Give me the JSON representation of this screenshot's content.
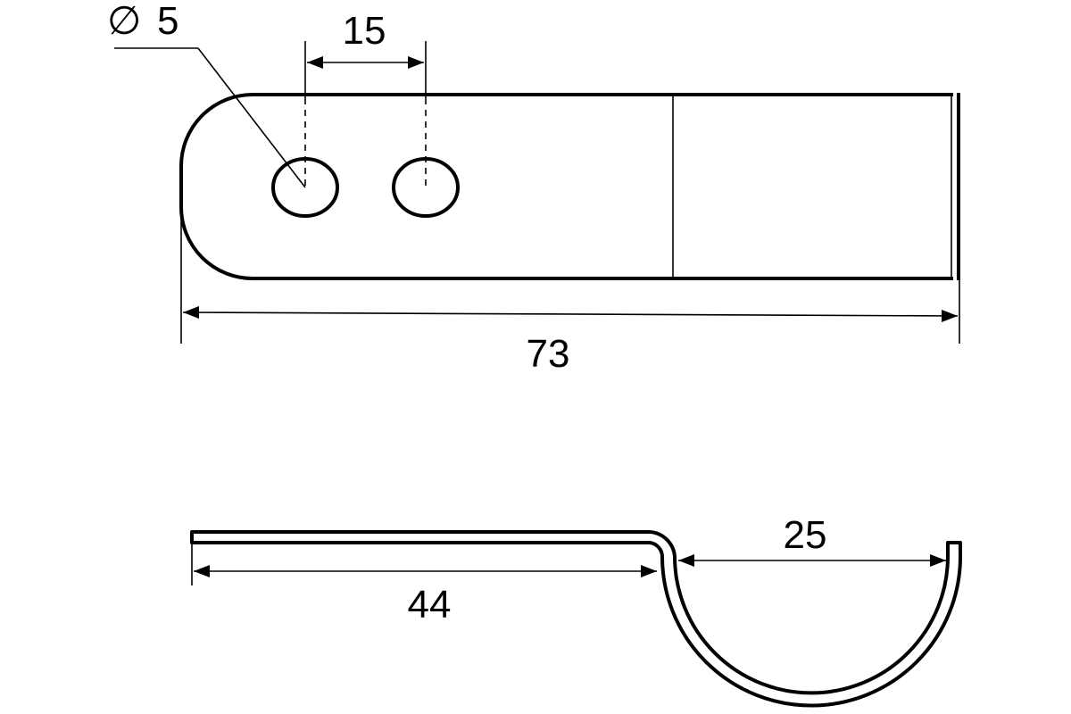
{
  "drawing": {
    "top_view": {
      "hole_diameter": {
        "symbol": "∅",
        "value": "5"
      },
      "hole_spacing": "15",
      "overall_length": "73"
    },
    "side_view": {
      "flat_length": "44",
      "clamp_span": "25"
    },
    "colors": {
      "line": "#000000",
      "background": "#ffffff"
    }
  }
}
